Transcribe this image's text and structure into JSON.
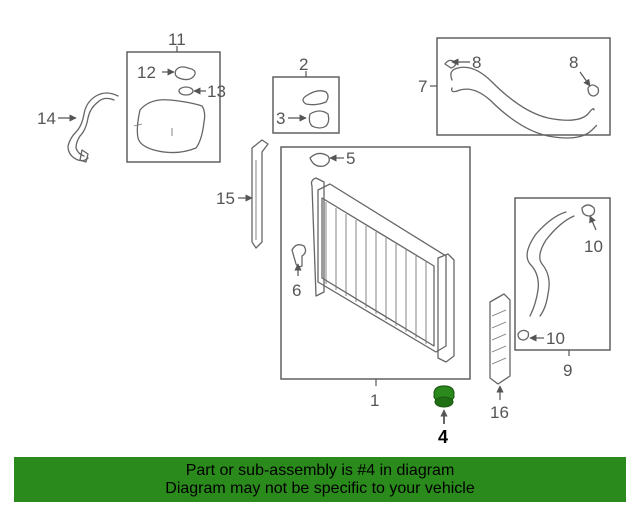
{
  "callouts": {
    "c1": "1",
    "c2": "2",
    "c3": "3",
    "c4": "4",
    "c5": "5",
    "c6": "6",
    "c7": "7",
    "c8a": "8",
    "c8b": "8",
    "c9": "9",
    "c10a": "10",
    "c10b": "10",
    "c11": "11",
    "c12": "12",
    "c13": "13",
    "c14": "14",
    "c15": "15",
    "c16": "16"
  },
  "highlight": {
    "part_number": "4",
    "color": "#2a8a1c"
  },
  "banner": {
    "line1": "Part or sub-assembly is #4 in diagram",
    "line2": "Diagram may not be specific to your vehicle"
  }
}
